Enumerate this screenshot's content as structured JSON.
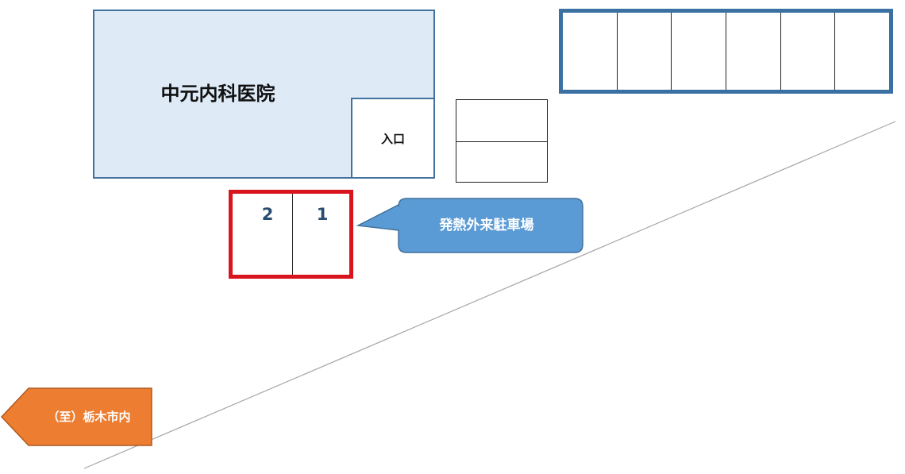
{
  "clinic": {
    "name": "中元内科医院",
    "entrance_label": "入口"
  },
  "parking_row": {
    "stall_count": 6
  },
  "small_box": {
    "stall_count": 2
  },
  "fever_parking": {
    "label": "発熱外来駐車場",
    "stalls": [
      "2",
      "1"
    ]
  },
  "direction_sign": {
    "label": "（至）栃木市内"
  },
  "colors": {
    "building_fill": "#deebf7",
    "building_border": "#41719c",
    "parking_row_border": "#3a70a2",
    "fever_lot_border": "#d9141c",
    "callout_fill": "#5b9bd5",
    "direction_fill": "#ed7d31",
    "road_line": "#a6a6a6"
  }
}
